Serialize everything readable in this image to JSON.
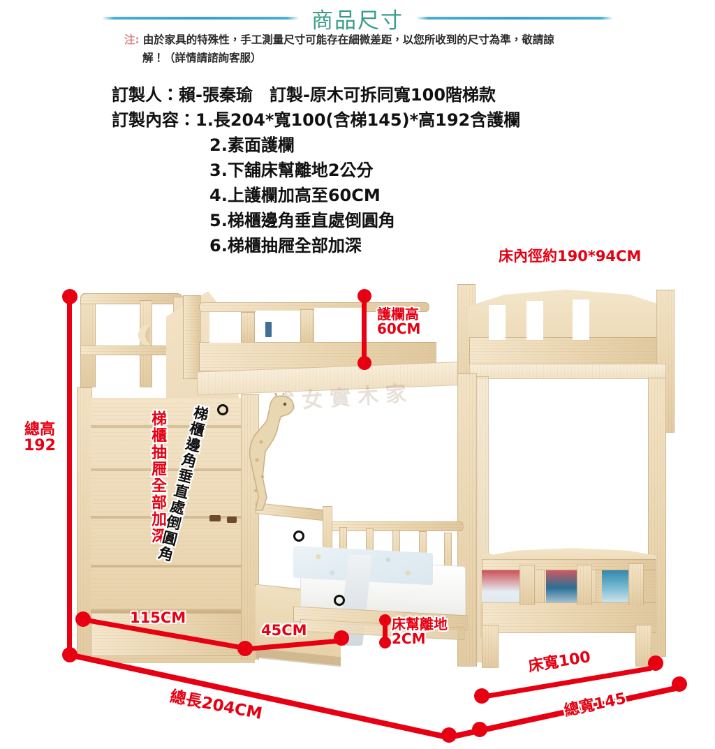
{
  "header": {
    "title": "商品尺寸",
    "rule_color": "#35a2cf",
    "title_color": "#3c9c8b"
  },
  "note": {
    "lead": "注:",
    "line1": "由於家具的特殊性，手工測量尺寸可能存在細微差距，以您所收到的尺寸為準，敬請諒",
    "line2": "解！（詳情請諮詢客服）",
    "lead_color": "#d98b8b"
  },
  "spec": {
    "line1": "訂製人：賴-張秦瑜　訂製-原木可拆同寬100階梯款",
    "line2": "訂製內容：1.長204*寬100(含梯145)*高192含護欄",
    "items": [
      "2.素面護欄",
      "3.下舖床幫離地2公分",
      "4.上護欄加高至60CM",
      "5.梯櫃邊角垂直處倒圓角",
      "6.梯櫃抽屜全部加深"
    ]
  },
  "photo": {
    "watermark": "式女實木家",
    "accent_red": "#e60012",
    "wood_color": "#ecd9b6"
  },
  "annotations": {
    "inner_bed": "床內徑約190*94CM",
    "rail_height_l1": "護欄高",
    "rail_height_l2": "60CM",
    "total_height_l1": "總高",
    "total_height_l2": "192",
    "drawer_deep": "梯櫃抽屜全部加深",
    "round_corner": "梯櫃邊角垂直處倒圓角",
    "stair_width": "115CM",
    "stair_depth": "45CM",
    "bed_clearance_l1": "床幫離地",
    "bed_clearance_l2": "2CM",
    "total_length": "總長204CM",
    "bed_width": "床寬100",
    "total_width": "總寬145"
  }
}
